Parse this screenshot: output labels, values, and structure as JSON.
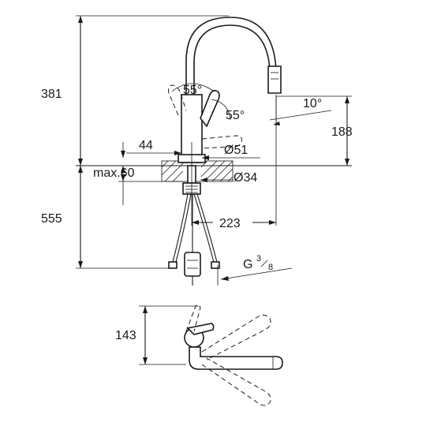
{
  "dimensions": {
    "height_total": "381",
    "height_spout": "188",
    "below_counter": "555",
    "lever_offset": "44",
    "max_counter": "max.60",
    "diam_body": "Ø51",
    "diam_hole": "Ø34",
    "reach": "223",
    "lever_angle": "55°",
    "pullout_angle": "55°",
    "spray_angle": "10°",
    "thread_g": "G",
    "thread_num": "3",
    "thread_den": "8",
    "top_view_height": "143"
  }
}
